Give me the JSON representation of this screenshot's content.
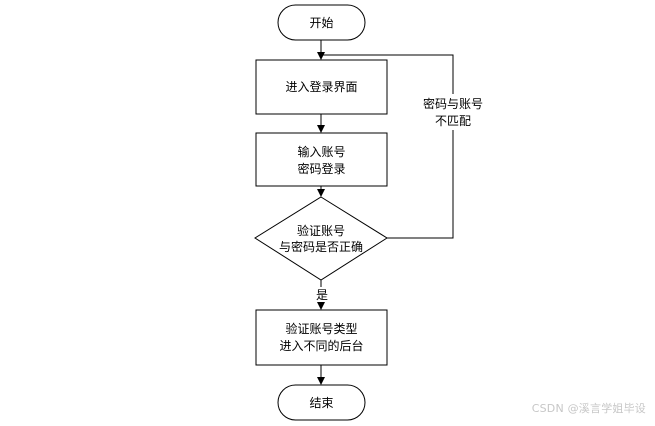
{
  "flowchart": {
    "start": "开始",
    "step_login_page": "进入登录界面",
    "step_input": [
      "输入账号",
      "密码登录"
    ],
    "decision_verify": [
      "验证账号",
      "与密码是否正确"
    ],
    "step_route": [
      "验证账号类型",
      "进入不同的后台"
    ],
    "end": "结束",
    "edge_no_match": [
      "密码与账号",
      "不匹配"
    ],
    "edge_yes": "是"
  },
  "watermark": "CSDN @溪言学姐毕设",
  "colors": {
    "stroke": "#000000",
    "fill": "#ffffff",
    "watermark": "#c7c7c7"
  }
}
